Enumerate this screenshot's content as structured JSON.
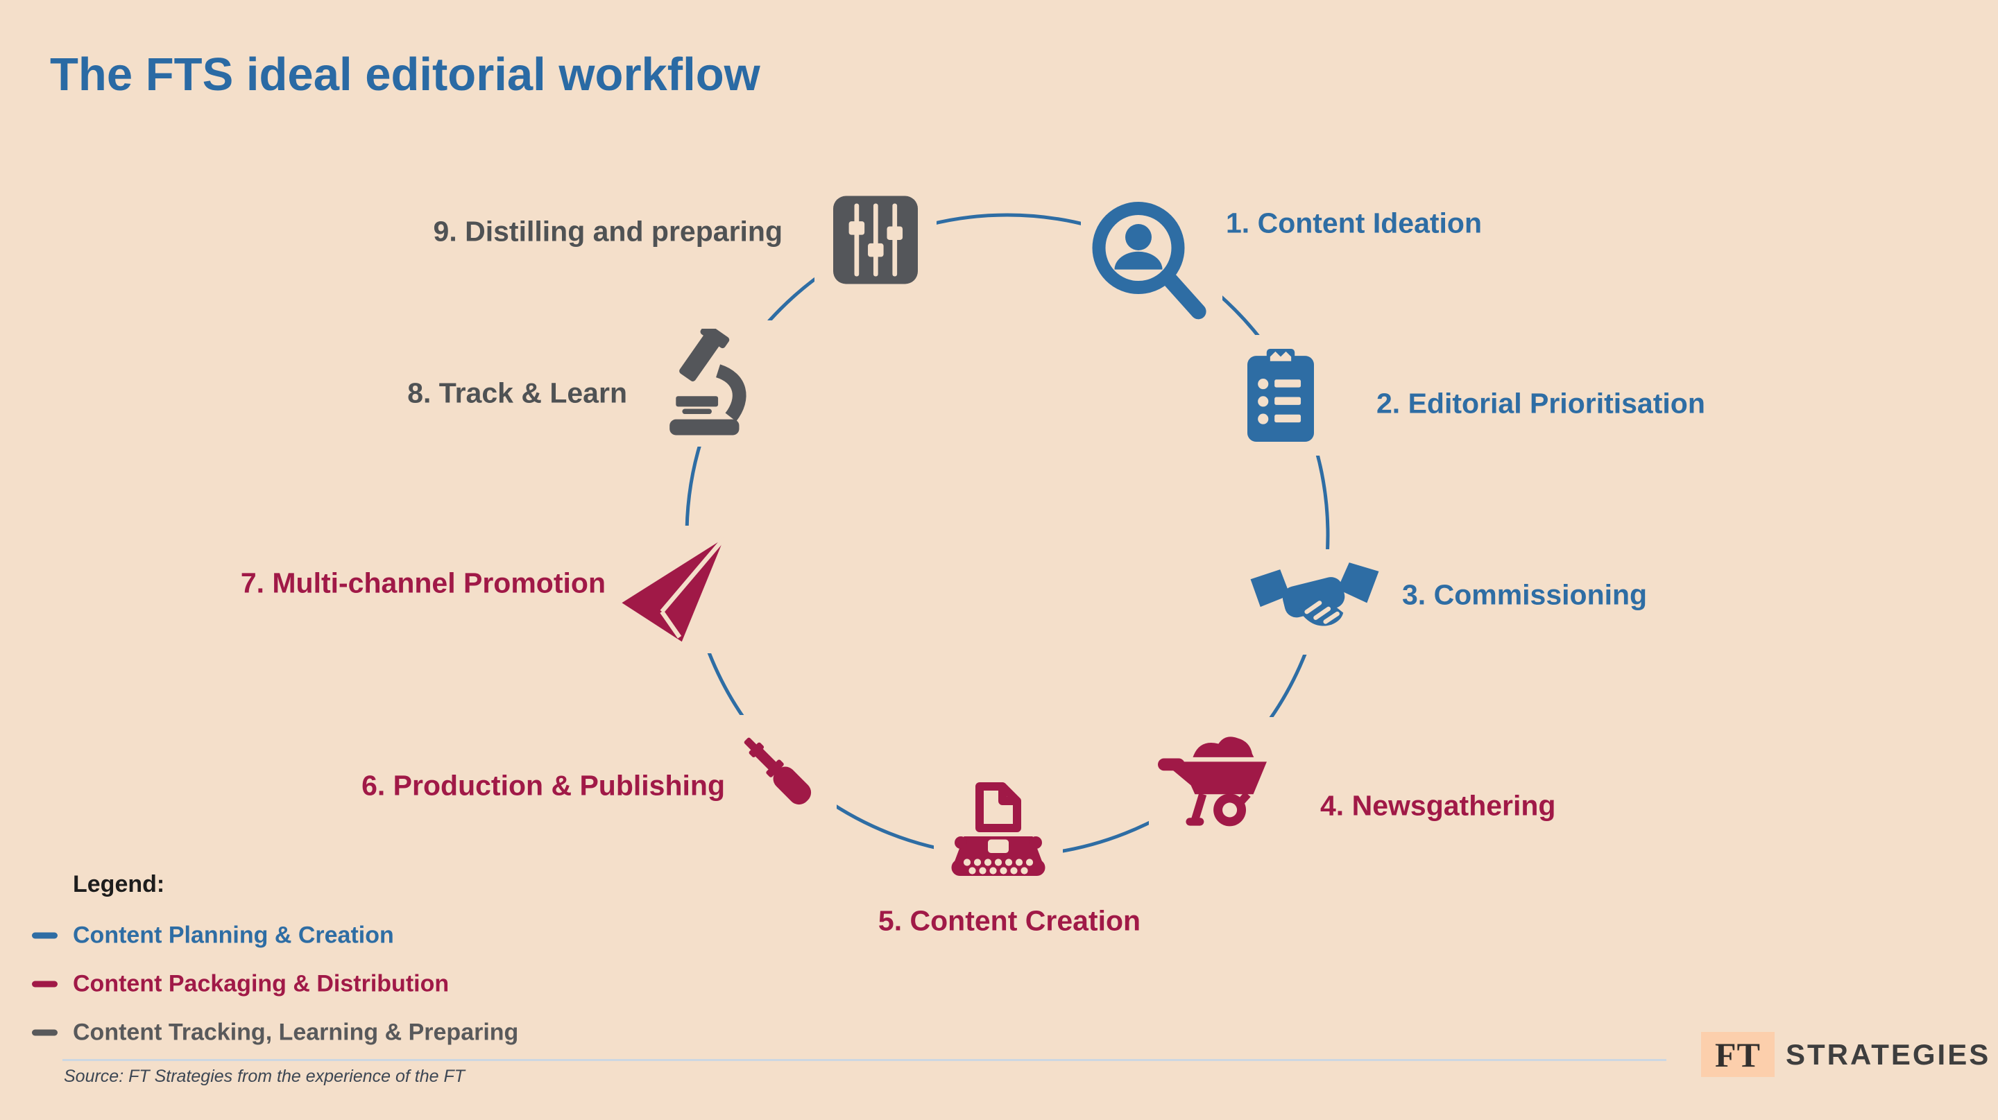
{
  "title": {
    "prefix": "The ",
    "brand": "FTS",
    "rest": " ideal editorial workflow"
  },
  "steps": [
    {
      "label": "1. Content Ideation",
      "icon": "person-search-icon",
      "category": "Content Planning & Creation",
      "color": "#2e6da4"
    },
    {
      "label": "2. Editorial Prioritisation",
      "icon": "clipboard-icon",
      "category": "Content Planning & Creation",
      "color": "#2e6da4"
    },
    {
      "label": "3. Commissioning",
      "icon": "handshake-icon",
      "category": "Content Planning & Creation",
      "color": "#2e6da4"
    },
    {
      "label": "4. Newsgathering",
      "icon": "wheelbarrow-icon",
      "category": "Content Packaging & Distribution",
      "color": "#a01947"
    },
    {
      "label": "5. Content Creation",
      "icon": "typewriter-icon",
      "category": "Content Packaging & Distribution",
      "color": "#a01947"
    },
    {
      "label": "6. Production & Publishing",
      "icon": "screwdriver-icon",
      "category": "Content Packaging & Distribution",
      "color": "#a01947"
    },
    {
      "label": "7. Multi-channel Promotion",
      "icon": "paper-plane-icon",
      "category": "Content Packaging & Distribution",
      "color": "#a01947"
    },
    {
      "label": "8. Track & Learn",
      "icon": "microscope-icon",
      "category": "Content Tracking, Learning & Preparing",
      "color": "#4f5254"
    },
    {
      "label": "9. Distilling and preparing",
      "icon": "sliders-icon",
      "category": "Content Tracking, Learning & Preparing",
      "color": "#4f5254"
    }
  ],
  "legend": {
    "heading": "Legend:",
    "items": [
      {
        "label": "Content Planning & Creation",
        "color": "#2e6da4"
      },
      {
        "label": "Content Packaging & Distribution",
        "color": "#a01947"
      },
      {
        "label": "Content Tracking, Learning & Preparing",
        "color": "#58595b"
      }
    ]
  },
  "source": "Source: FT Strategies from the experience of the FT",
  "logo": {
    "ft": "FT",
    "rest": "STRATEGIES"
  },
  "colors": {
    "background": "#f4dfca",
    "title_blue": "#2a6aa4",
    "ring_blue": "#2e6da4",
    "crimson": "#a01947",
    "dark_gray": "#4f5254",
    "divider": "#ccd7e2",
    "logo_box": "#fccfac"
  }
}
